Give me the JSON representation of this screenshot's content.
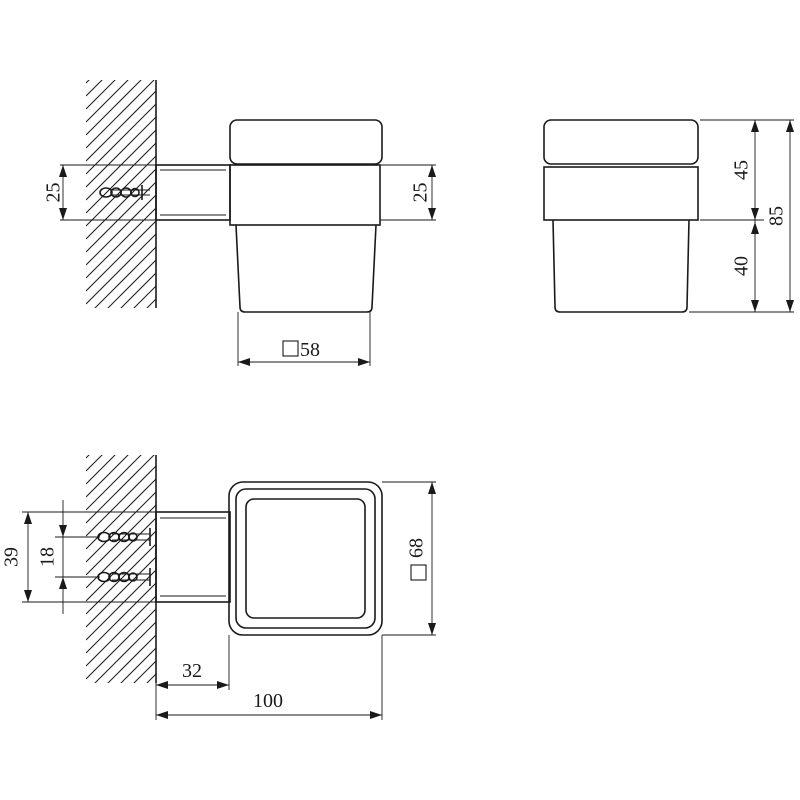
{
  "dimensions": {
    "front_wall_bracket": "25",
    "front_body_band": "25",
    "front_cup_square": "58",
    "side_top": "45",
    "side_bottom": "40",
    "side_total": "85",
    "top_outer_spacing": "39",
    "top_inner_spacing": "18",
    "top_square": "68",
    "top_bracket_depth": "32",
    "top_total_depth": "100"
  },
  "symbols": {
    "square_symbol": "square-symbol"
  },
  "colors": {
    "line": "#1a1a1a",
    "background": "#ffffff"
  }
}
